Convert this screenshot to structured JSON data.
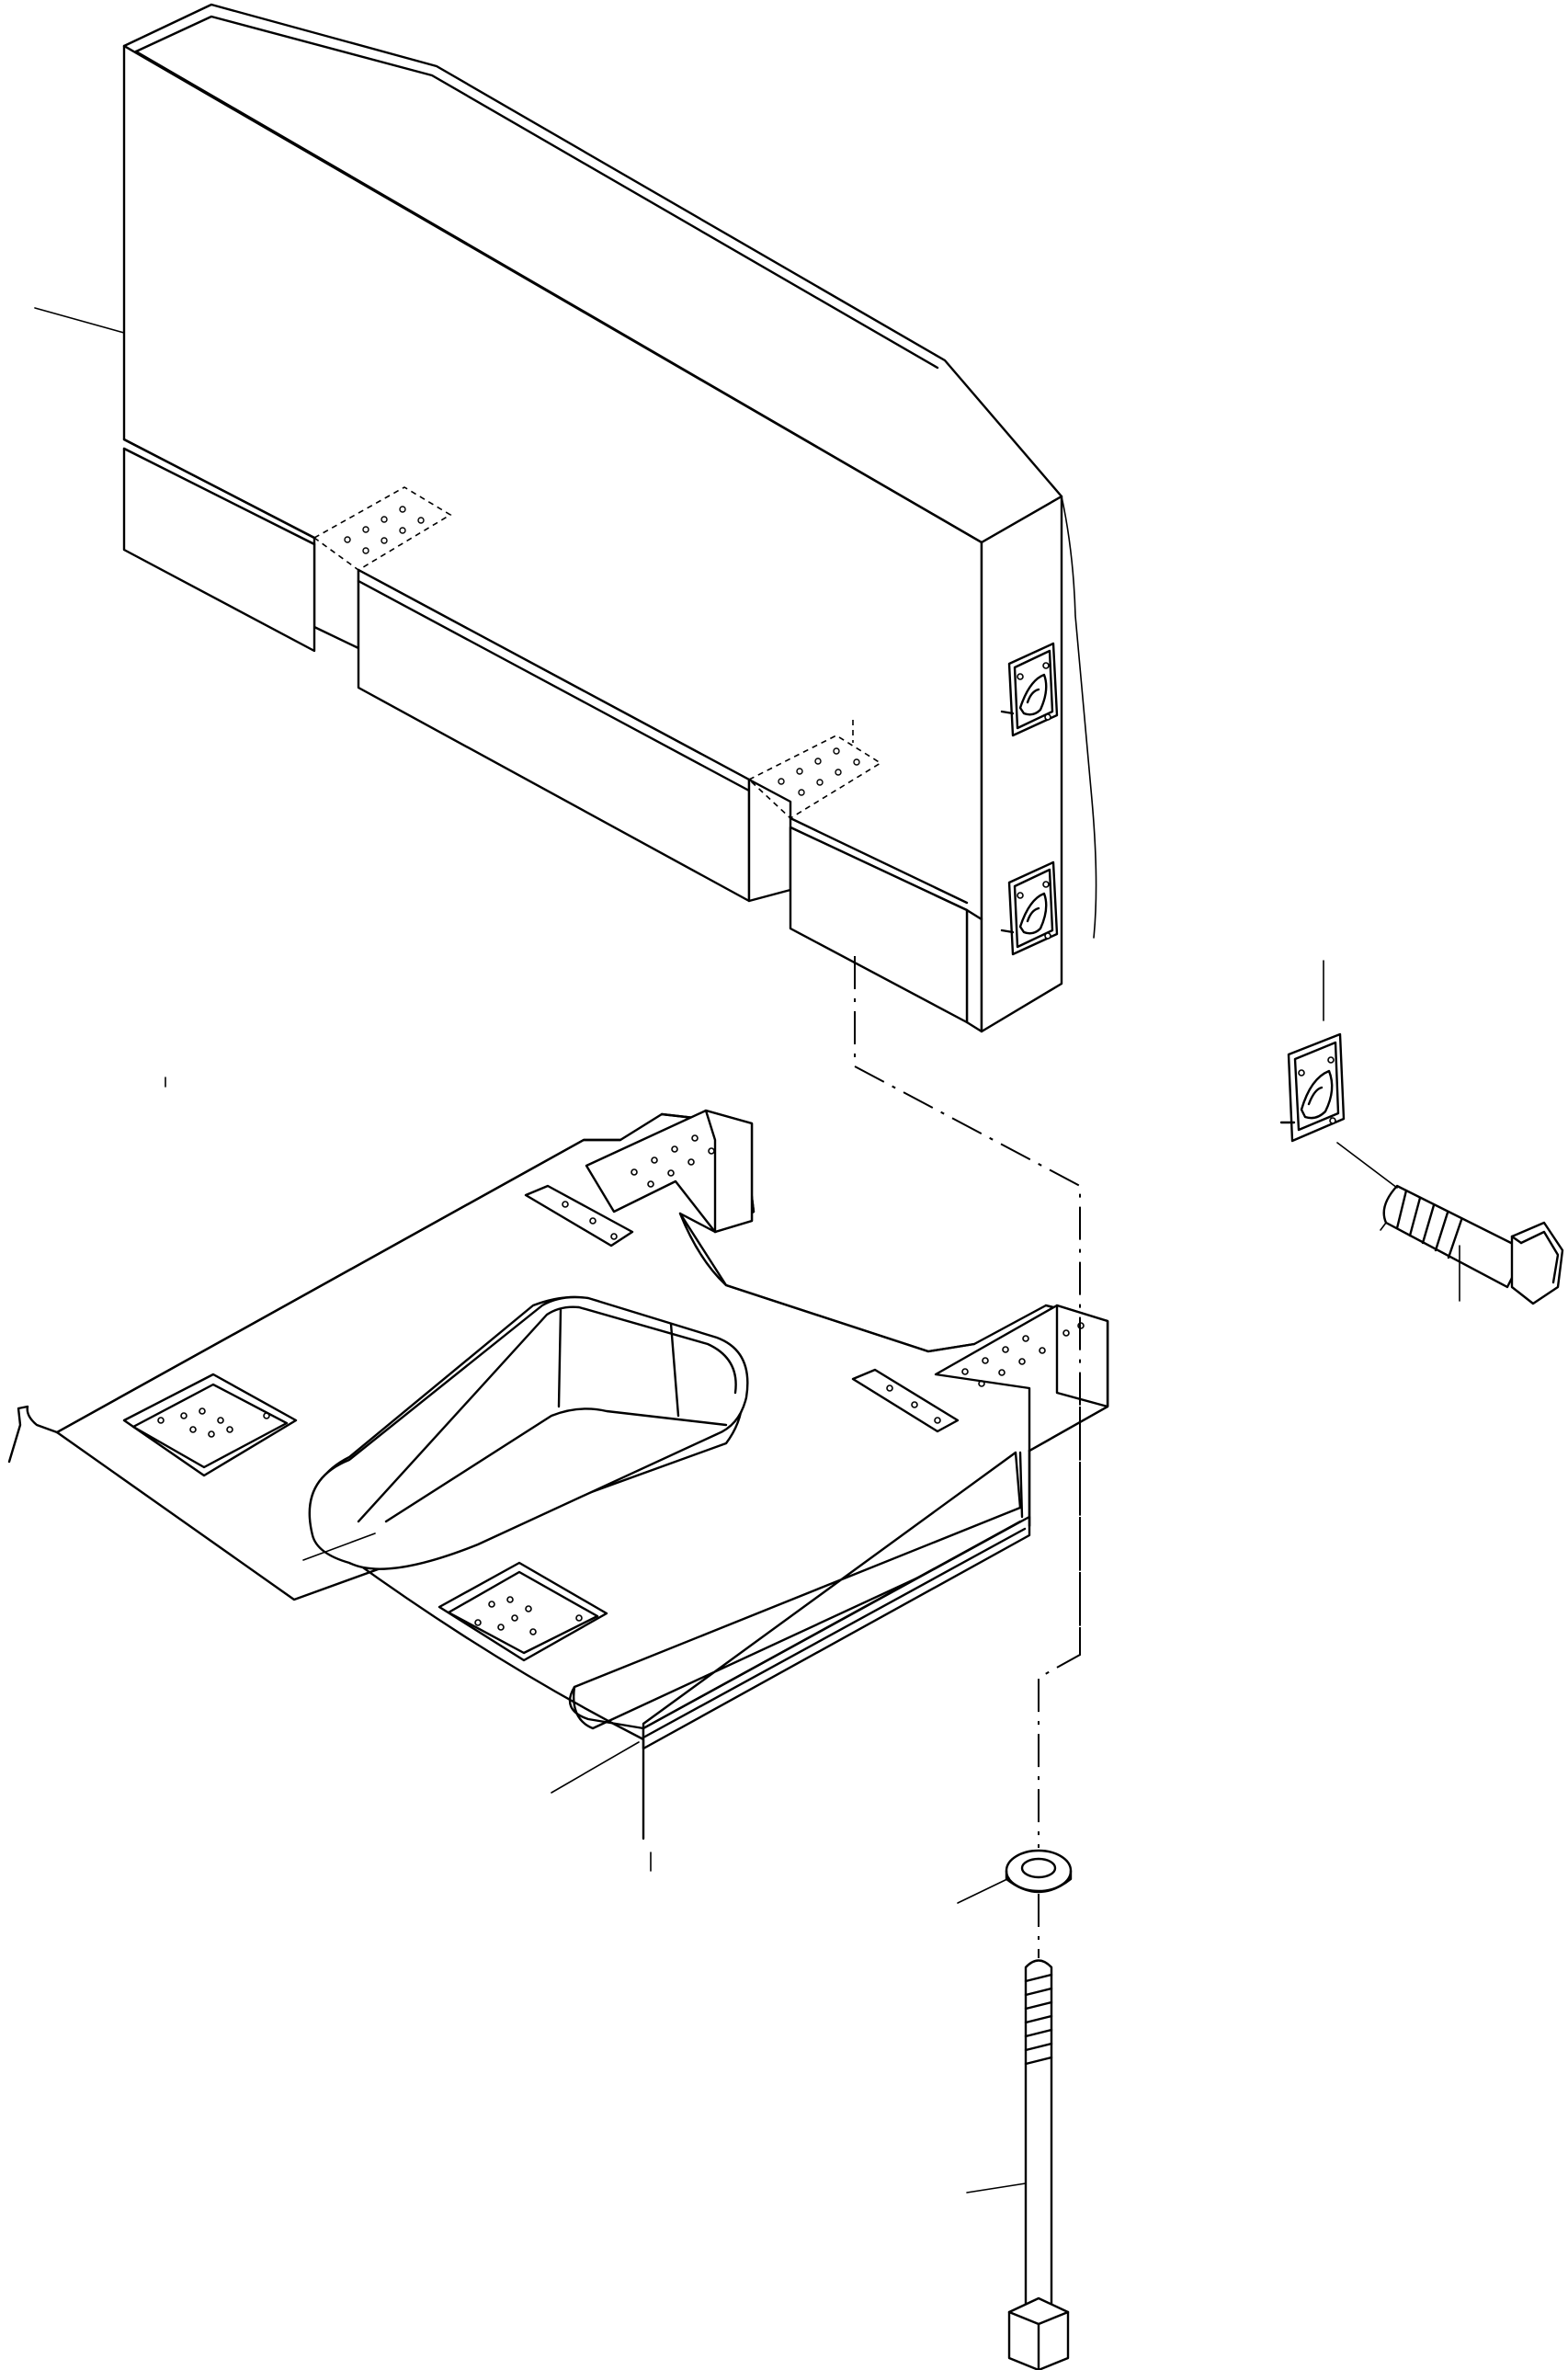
{
  "diagram": {
    "parts": [
      {
        "id": "counterweight",
        "name": "counterweight-block"
      },
      {
        "id": "rear-frame",
        "name": "rear-frame-plate"
      },
      {
        "id": "upper-bracket",
        "name": "mounting-bracket-upper"
      },
      {
        "id": "lower-bracket",
        "name": "mounting-bracket-lower"
      },
      {
        "id": "loose-bracket",
        "name": "mounting-bracket-exploded"
      },
      {
        "id": "hex-bolt",
        "name": "hex-bolt-short"
      },
      {
        "id": "washer",
        "name": "washer"
      },
      {
        "id": "long-bolt",
        "name": "hex-bolt-long"
      }
    ],
    "leader_count": 9
  }
}
